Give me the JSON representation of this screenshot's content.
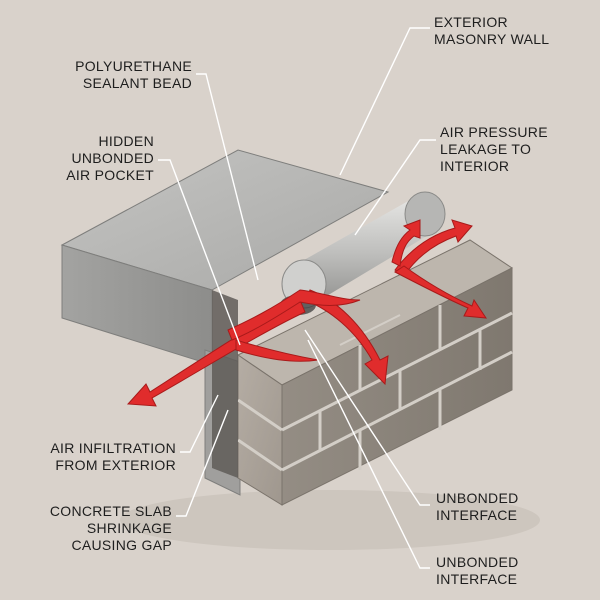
{
  "labels": {
    "exterior_wall": [
      "EXTERIOR",
      "MASONRY WALL"
    ],
    "sealant": [
      "POLYURETHANE",
      "SEALANT BEAD"
    ],
    "air_pocket": [
      "HIDDEN",
      "UNBONDED",
      "AIR POCKET"
    ],
    "air_pressure": [
      "AIR PRESSURE",
      "LEAKAGE TO",
      "INTERIOR"
    ],
    "infiltration": [
      "AIR INFILTRATION",
      "FROM EXTERIOR"
    ],
    "shrinkage": [
      "CONCRETE SLAB",
      "SHRINKAGE",
      "CAUSING GAP"
    ],
    "unbonded_1": [
      "UNBONDED",
      "INTERFACE"
    ],
    "unbonded_2": [
      "UNBONDED",
      "INTERFACE"
    ]
  },
  "colors": {
    "background": "#d9d2cb",
    "concrete_top": "#b9b9b7",
    "concrete_side": "#9d9d9b",
    "brick_face": "#aca49b",
    "brick_side": "#8f887f",
    "mortar": "#d2cdc6",
    "sealant": "#c4c4c2",
    "arrow_red": "#e02c2c",
    "leader": "#ffffff"
  }
}
